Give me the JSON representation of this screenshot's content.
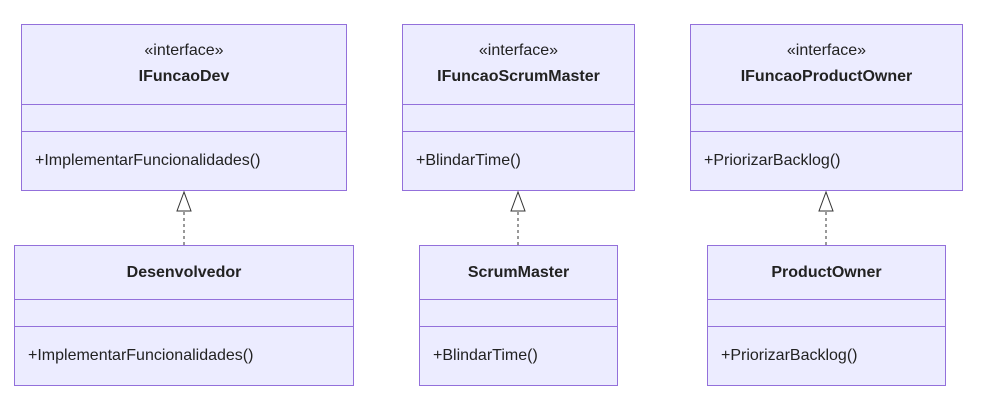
{
  "interfaces": [
    {
      "stereotype": "«interface»",
      "name": "IFuncaoDev",
      "method": "+ImplementarFuncionalidades()"
    },
    {
      "stereotype": "«interface»",
      "name": "IFuncaoScrumMaster",
      "method": "+BlindarTime()"
    },
    {
      "stereotype": "«interface»",
      "name": "IFuncaoProductOwner",
      "method": "+PriorizarBacklog()"
    }
  ],
  "classes": [
    {
      "name": "Desenvolvedor",
      "method": "+ImplementarFuncionalidades()"
    },
    {
      "name": "ScrumMaster",
      "method": "+BlindarTime()"
    },
    {
      "name": "ProductOwner",
      "method": "+PriorizarBacklog()"
    }
  ],
  "colors": {
    "fill": "#ececff",
    "stroke": "#9370db",
    "text": "#222222",
    "link": "#333333"
  }
}
